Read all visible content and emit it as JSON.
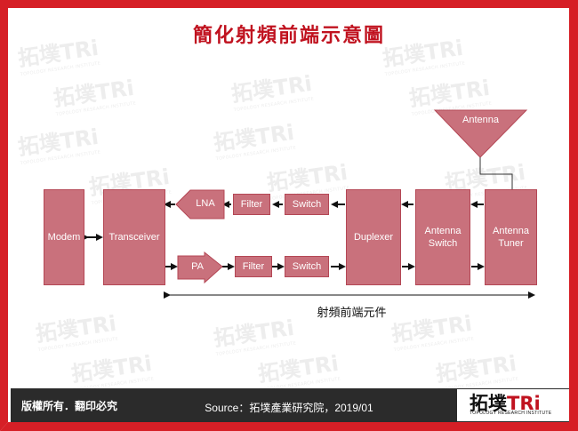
{
  "title": "簡化射頻前端示意圖",
  "blocks": {
    "modem": "Modem",
    "transceiver": "Transceiver",
    "lna": "LNA",
    "filter_rx": "Filter",
    "switch_rx": "Switch",
    "pa": "PA",
    "filter_tx": "Filter",
    "switch_tx": "Switch",
    "duplexer": "Duplexer",
    "antenna_switch": "Antenna Switch",
    "antenna_tuner": "Antenna Tuner",
    "antenna": "Antenna"
  },
  "caption": "射頻前端元件",
  "footer": {
    "copyright": "版權所有．翻印必究",
    "source": "Source：拓墣產業研究院，2019/01",
    "logo_cn": "拓墣",
    "logo_en": "TRi",
    "logo_sub": "TOPOLOGY RESEARCH INSTITUTE"
  },
  "colors": {
    "frame": "#d61f26",
    "title": "#c0121f",
    "block_fill": "#c9717c",
    "block_border": "#b44755",
    "footer_bg": "#2b2b2b"
  }
}
